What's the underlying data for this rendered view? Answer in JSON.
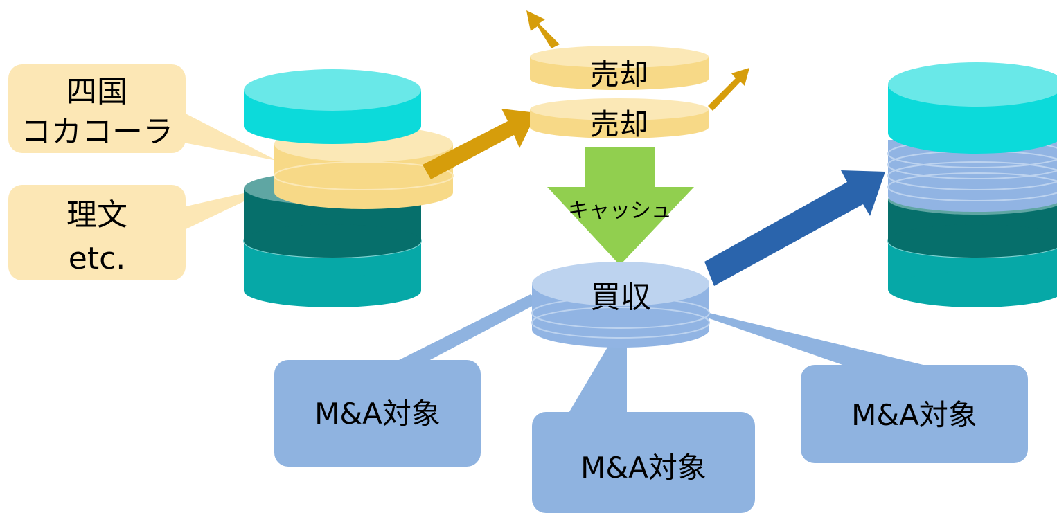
{
  "callouts_left": {
    "top_line1": "四国",
    "top_line2": "コカコーラ",
    "bottom_line1": "理文",
    "bottom_line2": "etc."
  },
  "sell_disks": {
    "top": "売却",
    "bottom": "売却"
  },
  "cash_arrow_label": "キャッシュ",
  "buy_disk_label": "買収",
  "ma_callouts": [
    "M&A対象",
    "M&A対象",
    "M&A対象"
  ],
  "colors": {
    "cyan_top": "#69E8E8",
    "cyan_side": "#0CDADA",
    "teal_dark": "#066F6B",
    "teal_mid": "#06A8A7",
    "cream_top": "#FBE8B6",
    "cream_side": "#F7D987",
    "callout_cream": "#FCE7B5",
    "callout_blue": "#8FB3E0",
    "blue_disk": "#91B4E3",
    "blue_disk_top": "#BDD3EF",
    "gold_arrow": "#D69D0B",
    "green_arrow": "#91CF4F",
    "blue_arrow": "#2A64AC"
  }
}
